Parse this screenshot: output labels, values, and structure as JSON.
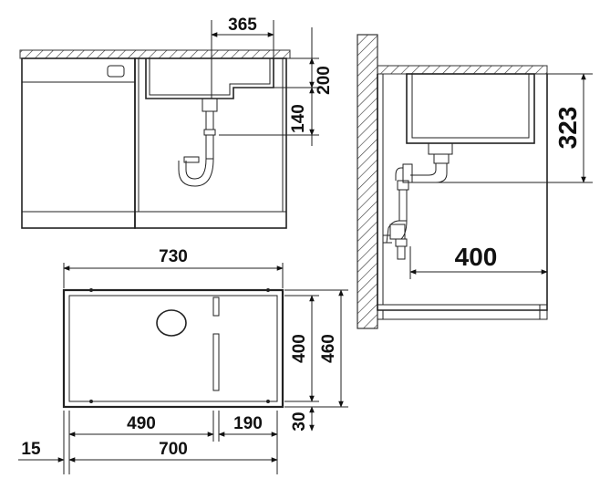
{
  "diagram": {
    "front_view": {
      "dim_width_bowl": "365",
      "dim_depth_bowl": "200",
      "dim_drain_height": "140"
    },
    "side_view": {
      "dim_sink_depth": "323",
      "dim_wall_to_trap": "400"
    },
    "top_view": {
      "dim_overall_width": "730",
      "dim_inner_depth": "400",
      "dim_overall_depth": "460",
      "dim_main_bowl": "490",
      "dim_drainer": "190",
      "dim_rear_offset": "30",
      "dim_edge_offset": "15",
      "dim_cutout_width": "700"
    }
  }
}
